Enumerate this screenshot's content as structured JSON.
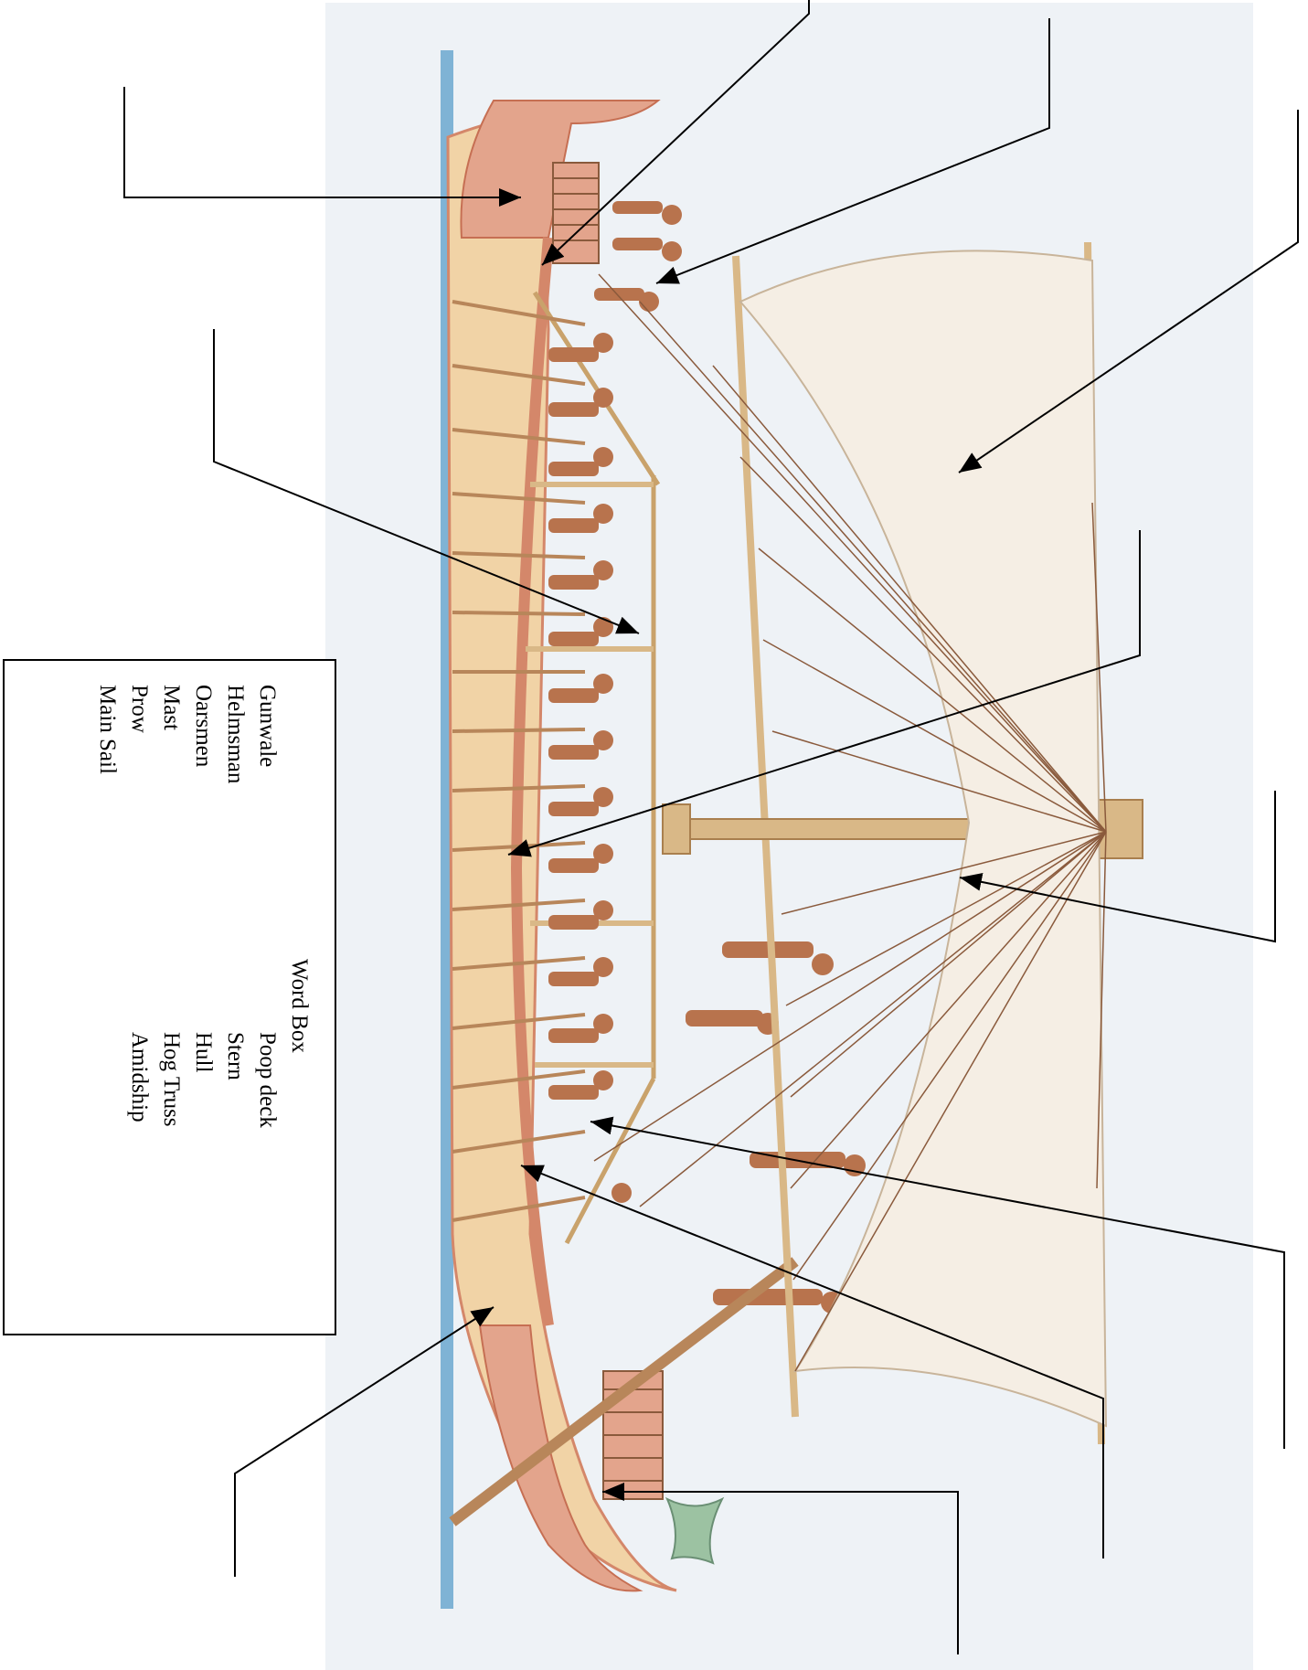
{
  "word_box": {
    "title": "Word Box",
    "column_left": [
      "Gunwale",
      "Helmsman",
      "Oarsmen",
      "Mast",
      "Prow",
      "Main Sail"
    ],
    "column_right": [
      "Poop deck",
      "Stern",
      "Hull",
      "Hog Truss",
      "Amidship"
    ]
  },
  "illustration": {
    "subject": "ship-illustration",
    "colors": {
      "water": "#7fb3d5",
      "hull": "#f1d3a6",
      "hull_edge": "#d4876a",
      "prow_stern": "#e3a48c",
      "sail": "#f5eee4",
      "spar": "#d9b887",
      "rigging": "#8a5a3c",
      "figure": "#b8734d",
      "background": "#eef2f6",
      "lotus": "#9cc2a2"
    }
  },
  "pointers": {
    "count": 12
  }
}
